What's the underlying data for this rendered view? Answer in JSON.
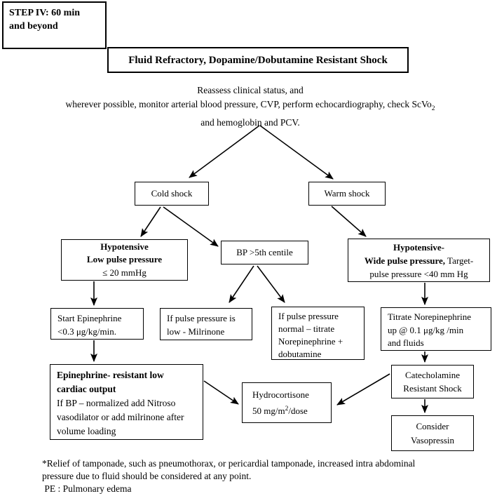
{
  "colors": {
    "ink": "#000000",
    "background": "#ffffff"
  },
  "header": {
    "step_box": "STEP IV: 60 min\nand beyond",
    "title": "Fluid Refractory, Dopamine/Dobutamine Resistant Shock"
  },
  "intro": {
    "line1": "Reassess clinical status, and",
    "line2_pre": "wherever possible, monitor arterial blood pressure, CVP, perform echocardiography, check ScVo",
    "line2_sub": "2",
    "line3": "and hemoglobin and PCV."
  },
  "nodes": {
    "cold_shock": {
      "label": "Cold shock"
    },
    "warm_shock": {
      "label": "Warm shock"
    },
    "hypotensive_cold": {
      "bold": "Hypotensive\nLow pulse pressure",
      "line3": "≤ 20 mmHg"
    },
    "bp_centile": {
      "label": "BP >5th centile"
    },
    "hypotensive_warm": {
      "bold1": "Hypotensive-",
      "bold2": "Wide pulse pressure,",
      "tail2": " Target-",
      "line3": "pulse pressure <40 mm Hg"
    },
    "start_epinephrine": {
      "text": "Start Epinephrine\n<0.3 μg/kg/min."
    },
    "pulse_pressure_low": {
      "text": "If pulse pressure is\nlow - Milrinone"
    },
    "pulse_pressure_normal": {
      "text": "If pulse pressure\nnormal – titrate\nNorepinephrine +\ndobutamine"
    },
    "titrate_norepinephrine": {
      "text": "Titrate Norepinephrine\nup @ 0.1 μg/kg /min\nand fluids"
    },
    "epinephrine_resistant": {
      "bold": "Epinephrine- resistant low\ncardiac output",
      "body": "If BP – normalized add Nitroso\nvasodilator or add milrinone after\nvolume loading"
    },
    "hydrocortisone": {
      "line1": "Hydrocortisone",
      "line2_pre": "50 mg/m",
      "line2_sup": "2",
      "line2_post": "/dose"
    },
    "catecholamine": {
      "text": "Catecholamine\nResistant Shock"
    },
    "vasopressin": {
      "text": "Consider\nVasopressin"
    }
  },
  "footnotes": {
    "text": "*Relief of tamponade, such as pneumothorax, or pericardial tamponade, increased intra abdominal\npressure due to fluid should be considered at any point.\n PE : Pulmonary edema"
  }
}
